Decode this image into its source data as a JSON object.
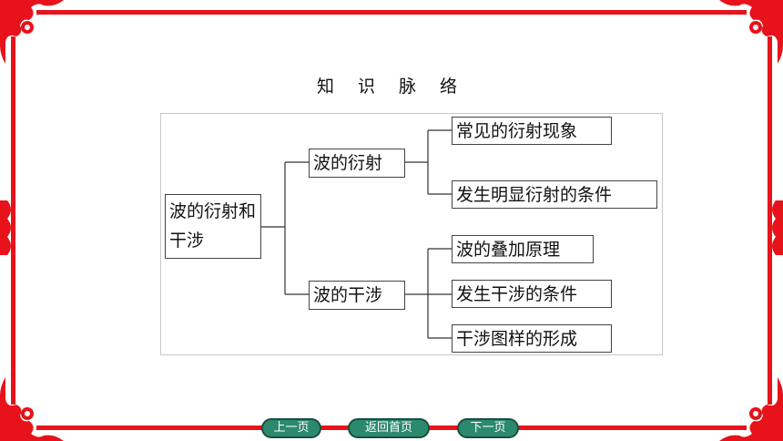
{
  "title": "知 识 脉 络",
  "root": "波的衍射和干涉",
  "branches": [
    {
      "label": "波的衍射",
      "children": [
        "常见的衍射现象",
        "发生明显衍射的条件"
      ]
    },
    {
      "label": "波的干涉",
      "children": [
        "波的叠加原理",
        "发生干涉的条件",
        "干涉图样的形成"
      ]
    }
  ],
  "nav": {
    "prev": "上一页",
    "home": "返回首页",
    "next": "下一页"
  },
  "colors": {
    "frame": "#e8121a",
    "nav_bg": "#2b8a6d"
  }
}
